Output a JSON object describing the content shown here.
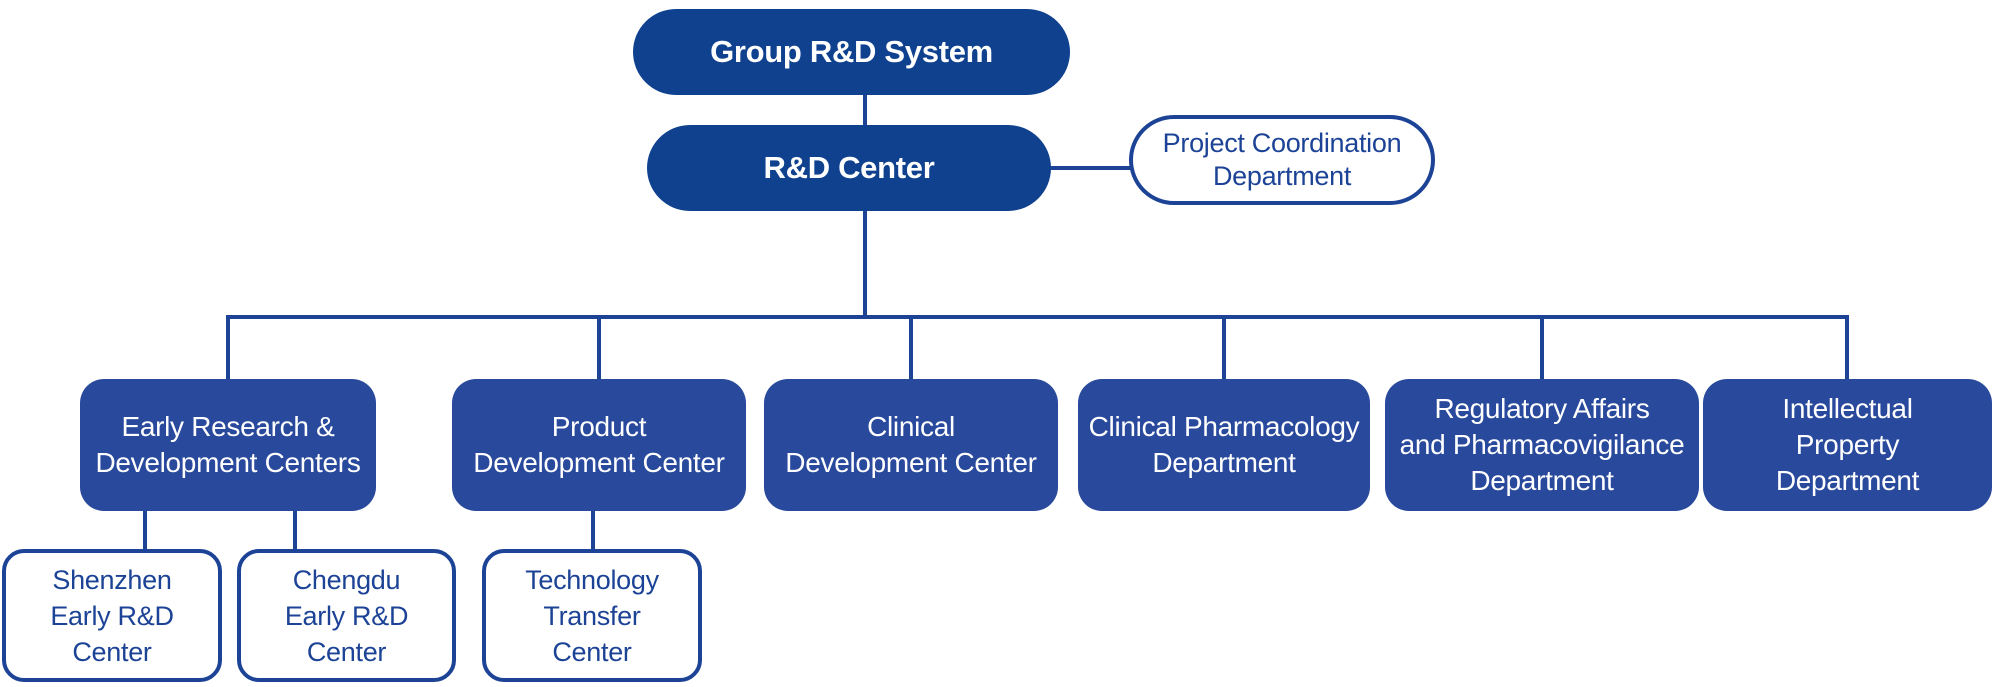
{
  "colors": {
    "pill_fill": "#0f418f",
    "department_fill": "#29499c",
    "line_blue": "#1c4396",
    "text_on_fill": "#ffffff",
    "background": "#ffffff"
  },
  "org_chart": {
    "type": "organization-tree",
    "root": {
      "label": "Group R&D System"
    },
    "center": {
      "label": "R&D Center",
      "parent": "Group R&D System"
    },
    "staff_node": {
      "label": "Project Coordination\nDepartment",
      "attached_to": "R&D Center"
    },
    "departments": [
      {
        "label": "Early Research &\nDevelopment Centers",
        "parent": "R&D Center"
      },
      {
        "label": "Product\nDevelopment Center",
        "parent": "R&D Center"
      },
      {
        "label": "Clinical\nDevelopment Center",
        "parent": "R&D Center"
      },
      {
        "label": "Clinical Pharmacology\nDepartment",
        "parent": "R&D Center"
      },
      {
        "label": "Regulatory Affairs\nand Pharmacovigilance\nDepartment",
        "parent": "R&D Center"
      },
      {
        "label": "Intellectual\nProperty\nDepartment",
        "parent": "R&D Center"
      }
    ],
    "sub_centers": [
      {
        "label": "Shenzhen\nEarly R&D\nCenter",
        "parent": "Early Research & Development Centers"
      },
      {
        "label": "Chengdu\nEarly R&D\nCenter",
        "parent": "Early Research & Development Centers"
      },
      {
        "label": "Technology\nTransfer\nCenter",
        "parent": "Product Development Center"
      }
    ]
  }
}
